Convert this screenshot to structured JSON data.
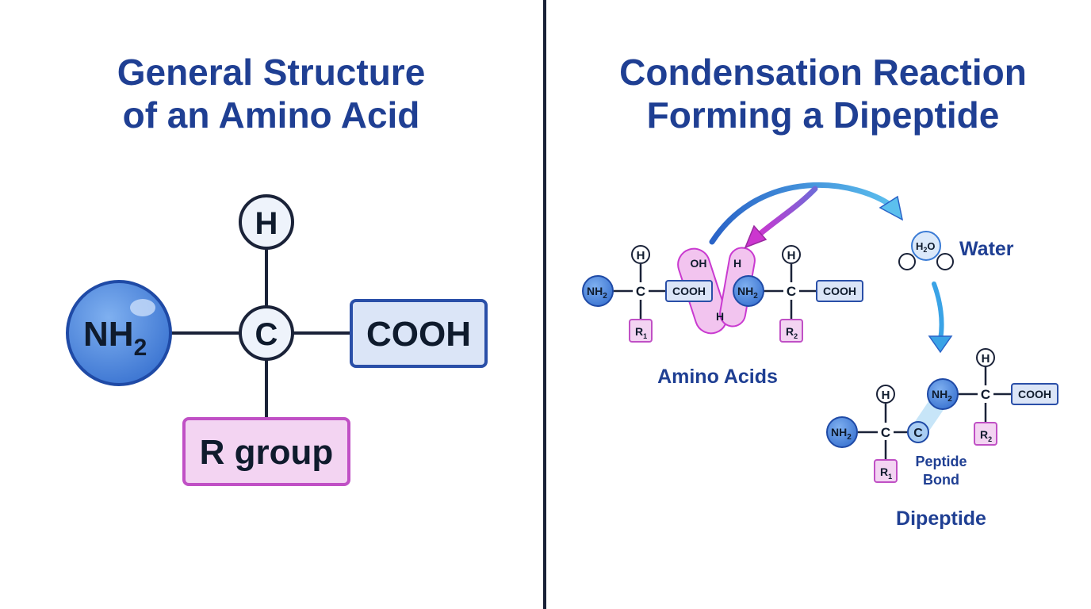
{
  "left_panel": {
    "title_line1": "General Structure",
    "title_line2": "of an Amino Acid",
    "atoms": {
      "h": "H",
      "c": "C",
      "nh2": "NH",
      "nh2_sub": "2",
      "cooh": "COOH",
      "r_group": "R group"
    }
  },
  "right_panel": {
    "title_line1": "Condensation Reaction",
    "title_line2": "Forming a Dipeptide",
    "amino_acids_label": "Amino Acids",
    "water_label": "Water",
    "water_formula": {
      "h": "H",
      "sub": "2",
      "o": "O"
    },
    "dipeptide_label": "Dipeptide",
    "peptide_bond_line1": "Peptide",
    "peptide_bond_line2": "Bond",
    "atoms": {
      "h": "H",
      "c": "C",
      "nh": "NH",
      "sub2": "2",
      "cooh": "COOH",
      "oh": "OH",
      "r": "R",
      "r1_sub": "1",
      "r2_sub": "2"
    }
  },
  "colors": {
    "title": "#1f3f93",
    "nh2_fill": "#4a86dc",
    "cooh_fill": "#dbe5f7",
    "r_group_fill": "#f3d4f2",
    "r_group_stroke": "#c050c5",
    "arrow_blue": "#3aa3e6",
    "arrow_magenta": "#c93ad0"
  }
}
